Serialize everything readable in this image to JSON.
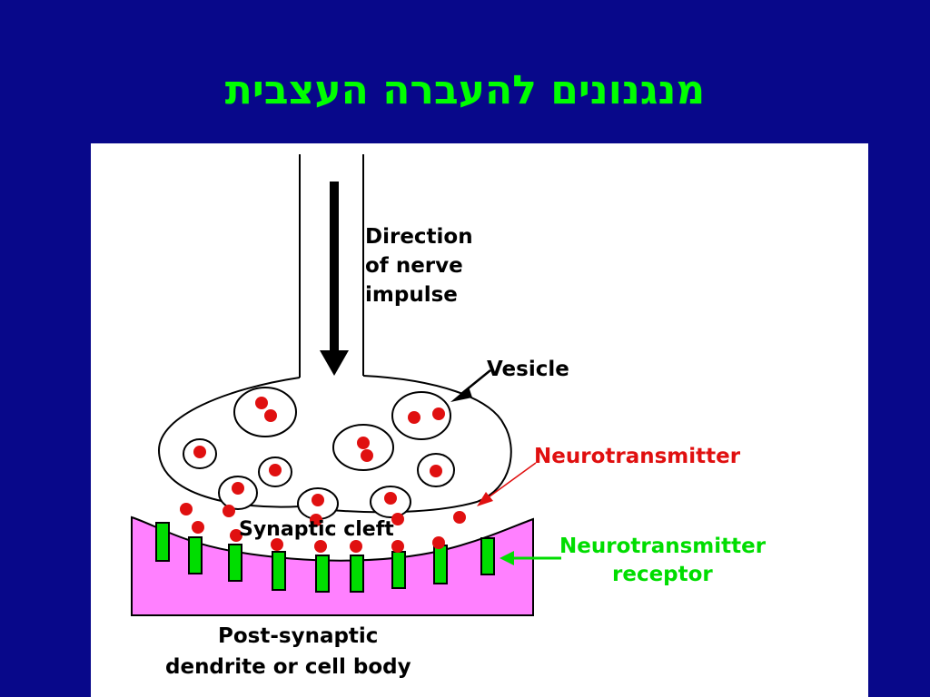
{
  "slide": {
    "title": "מנגנונים להעברה העצבית"
  },
  "diagram": {
    "labels": {
      "direction_line1": "Direction",
      "direction_line2": "of nerve",
      "direction_line3": "impulse",
      "vesicle": "Vesicle",
      "neurotransmitter": "Neurotransmitter",
      "synaptic_cleft": "Synaptic cleft",
      "receptor_line1": "Neurotransmitter",
      "receptor_line2": "receptor",
      "postsynaptic_line1": "Post-synaptic",
      "postsynaptic_line2": "dendrite or cell body"
    },
    "colors": {
      "background": "#08088a",
      "title": "#00ff00",
      "panel": "#ffffff",
      "neurotransmitter": "#e01010",
      "receptor": "#00dd00",
      "postsynaptic": "#ff80ff",
      "receptor_label": "#00dd00",
      "neurotransmitter_label": "#e01010"
    }
  }
}
